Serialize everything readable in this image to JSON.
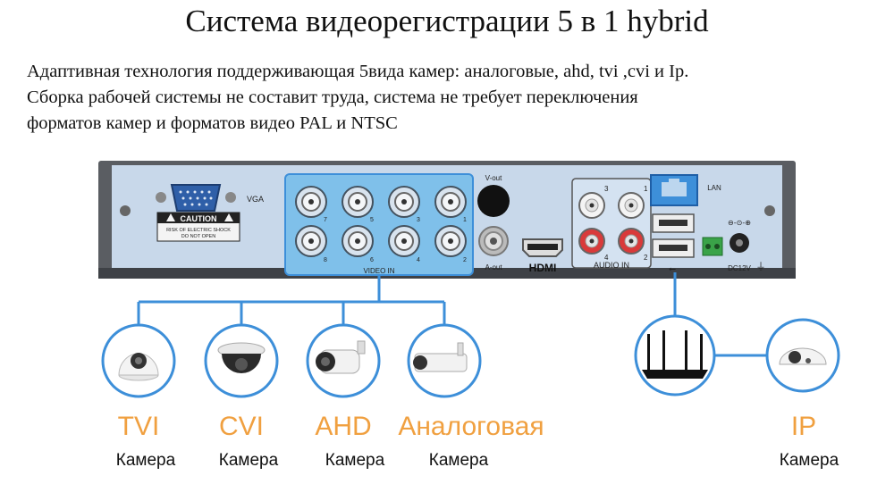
{
  "title": "Система видеорегистрации 5 в 1 hybrid",
  "description": [
    "Адаптивная технология поддерживающая 5вида камер: аналоговые, ahd, tvi ,cvi и Ip.",
    "Сборка рабочей системы не составит труда, система не требует переключения",
    "форматов камер и форматов видео PAL и NTSC"
  ],
  "dvr": {
    "vga_label": "VGA",
    "caution_label": "CAUTION",
    "caution_text_1": "RISK OF ELECTRIC SHOCK",
    "caution_text_2": "DO NOT OPEN",
    "video_in_label": "VIDEO IN",
    "bnc_top": [
      "7",
      "5",
      "3",
      "1"
    ],
    "bnc_bottom": [
      "8",
      "6",
      "4",
      "2"
    ],
    "vout_label": "V-out",
    "aout_label": "A-out",
    "hdmi_label": "HDMI",
    "audio_in_label": "AUDIO IN",
    "audio_top": [
      "3",
      "1"
    ],
    "audio_bottom": [
      "4",
      "2"
    ],
    "lan_label": "LAN",
    "dc_label": "DC12V"
  },
  "cameras": [
    {
      "type": "TVI",
      "sub": "Камера"
    },
    {
      "type": "CVI",
      "sub": "Камера"
    },
    {
      "type": "AHD",
      "sub": "Камера"
    },
    {
      "type": "Аналоговая",
      "sub": "Камера"
    },
    {
      "type": "IP",
      "sub": "Камера"
    }
  ],
  "colors": {
    "accent": "#3d8fd9",
    "label": "#f0a040",
    "panel": "#c4d7ec",
    "video_in_bg": "#7fc0ea"
  }
}
